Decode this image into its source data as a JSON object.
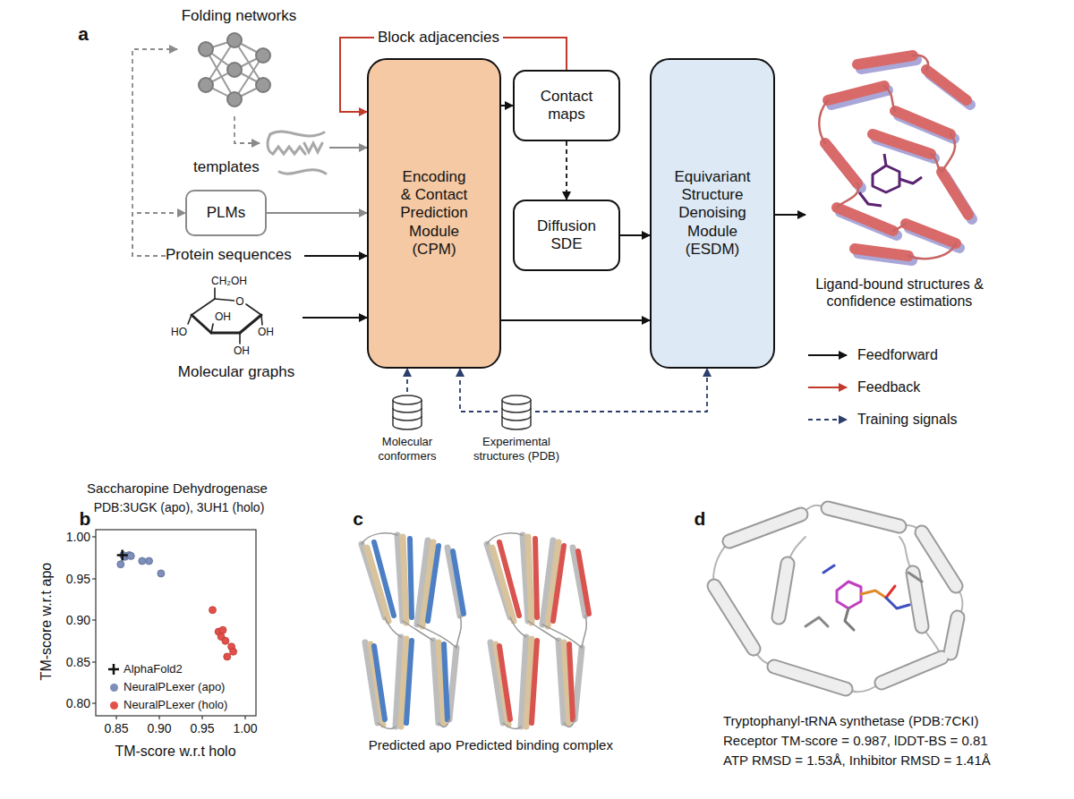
{
  "diagram": {
    "nodes": [
      {
        "text": [
          "Folding networks"
        ]
      },
      {
        "text": [
          "templates"
        ]
      },
      {
        "text": [
          "PLMs"
        ]
      },
      {
        "text": [
          "Protein sequences"
        ]
      },
      {
        "text": [
          "Molecular graphs"
        ]
      },
      {
        "text": [
          "Encoding & Contact Prediction Module (CPM)"
        ]
      },
      {
        "text": [
          "Contact maps"
        ]
      },
      {
        "text": [
          "Diffusion SDE"
        ]
      },
      {
        "text": [
          "Equivariant Structure Denoising Module (ESDM)"
        ]
      },
      {
        "text": [
          "Ligand-bound structures & confidence estimations"
        ]
      },
      {
        "text": [
          "Molecular conformers"
        ]
      },
      {
        "text": [
          "Experimental structures (PDB)"
        ]
      }
    ],
    "edges": [
      {
        "from": 3,
        "to": 0,
        "arrow": "to"
      },
      {
        "from": 3,
        "to": 2,
        "arrow": "to"
      },
      {
        "from": 0,
        "to": 1,
        "arrow": "to"
      },
      {
        "from": 1,
        "to": 5,
        "arrow": "to"
      },
      {
        "from": 2,
        "to": 5,
        "arrow": "to"
      },
      {
        "from": 3,
        "to": 5,
        "arrow": "to"
      },
      {
        "from": 4,
        "to": 5,
        "arrow": "to"
      },
      {
        "from": 5,
        "to": 6,
        "arrow": "to"
      },
      {
        "from": 6,
        "to": 5,
        "label": "Block adjacencies",
        "arrow": "to"
      },
      {
        "from": 6,
        "to": 7,
        "arrow": "to"
      },
      {
        "from": 7,
        "to": 8,
        "arrow": "to"
      },
      {
        "from": 5,
        "to": 8,
        "arrow": "to"
      },
      {
        "from": 8,
        "to": 9,
        "arrow": "to"
      },
      {
        "from": 10,
        "to": 5,
        "arrow": "to"
      },
      {
        "from": 11,
        "to": 5,
        "arrow": "to"
      },
      {
        "from": 11,
        "to": 8,
        "arrow": "to"
      }
    ],
    "labels": [
      "a",
      "CH₂OH",
      "O",
      "OH",
      "HO",
      "OH",
      "OH",
      "b",
      "Saccharopine Dehydrogenase",
      "PDB:3UGK (apo), 3UH1 (holo)",
      "1.00",
      "0.95",
      "0.90",
      "0.85",
      "0.80",
      "0.85",
      "0.90",
      "0.95",
      "1.00",
      "TM-score w.r.t apo",
      "TM-score w.r.t holo",
      "c",
      "Predicted apo",
      "Predicted binding complex",
      "d",
      "Tryptophanyl-tRNA synthetase (PDB:7CKI)",
      "Receptor TM-score = 0.987, lDDT-BS = 0.81",
      "ATP RMSD = 1.53Å, Inhibitor RMSD = 1.41Å"
    ],
    "legend": [
      {
        "text": "Feedforward"
      },
      {
        "text": "Feedback"
      },
      {
        "text": "Training signals"
      },
      {
        "text": "AlphaFold2"
      },
      {
        "text": "NeuralPLexer (apo)",
        "color": "#7d8fba"
      },
      {
        "text": "NeuralPLexer (holo)",
        "color": "#e2504a"
      }
    ]
  }
}
